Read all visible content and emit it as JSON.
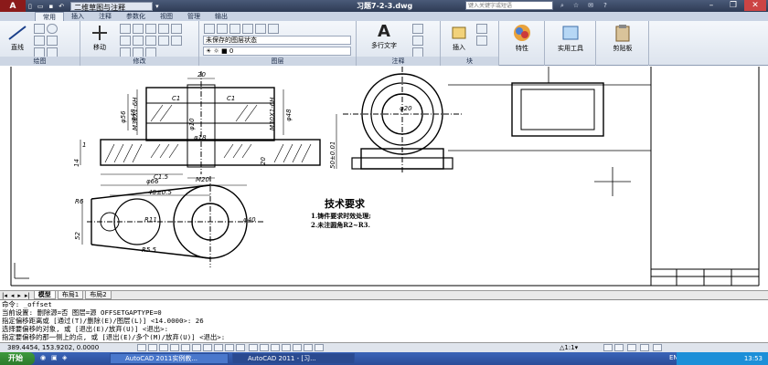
{
  "title_bar": {
    "workspace": "二维草图与注释",
    "document": "习题7-2-3.dwg",
    "search_placeholder": "键入关键字或短语"
  },
  "ribbon_tabs": [
    "常用",
    "插入",
    "注释",
    "参数化",
    "视图",
    "管理",
    "输出"
  ],
  "panels": {
    "draw": {
      "title": "绘图",
      "line_label": "直线"
    },
    "modify": {
      "title": "修改",
      "move_label": "移动"
    },
    "layers": {
      "title": "图层",
      "layer_state": "未保存的图层状态",
      "current_layer": "0"
    },
    "annotation": {
      "title": "注释",
      "mtext_label": "多行文字"
    },
    "block": {
      "title": "块",
      "insert_label": "插入"
    },
    "properties": {
      "label": "特性"
    },
    "utilities": {
      "label": "实用工具"
    },
    "clipboard": {
      "label": "剪贴板"
    }
  },
  "drawing": {
    "dims": [
      "20",
      "C1",
      "C1",
      "M30X1-6H",
      "M30X1-6H",
      "φ56",
      "φ48",
      "φ48",
      "φ18",
      "φ10",
      "C1.5",
      "M20",
      "14",
      "1",
      "20",
      "φ66",
      "48±0.5",
      "R6",
      "R11",
      "R5.5",
      "52",
      "φ40",
      "50±0.01",
      "φ20"
    ],
    "tech_title": "技术要求",
    "tech_lines": [
      "1.铸件要求时效处理;",
      "2.未注圆角R2~R3."
    ]
  },
  "layout_tabs": [
    "模型",
    "布局1",
    "布局2"
  ],
  "command_lines": [
    "命令: _offset",
    "当前设置: 删除源=否  图层=源  OFFSETGAPTYPE=0",
    "指定偏移距离或 [通过(T)/删除(E)/图层(L)] <14.0000>:  26",
    "选择要偏移的对象, 或 [退出(E)/放弃(U)] <退出>:",
    "指定要偏移的那一侧上的点, 或 [退出(E)/多个(M)/放弃(U)] <退出>:"
  ],
  "status": {
    "coords": "389.4454, 153.9202, 0.0000",
    "scale": "1:1"
  },
  "taskbar": {
    "start": "开始",
    "tasks": [
      "AutoCAD 2011实例教...",
      "AutoCAD 2011 - [习..."
    ],
    "clock": "13:53"
  },
  "colors": {
    "title": "#2e3b55",
    "ribbon": "#dde4ee",
    "taskbar": "#2a4c98"
  }
}
